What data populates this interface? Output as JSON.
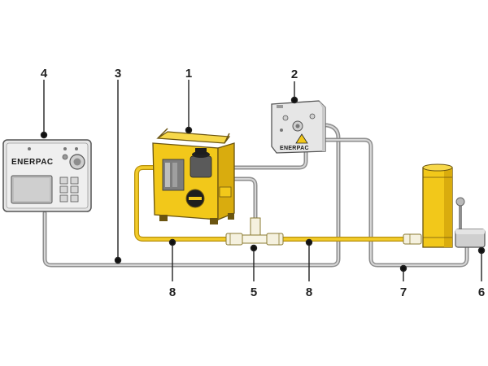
{
  "callouts": {
    "c1": "1",
    "c2": "2",
    "c3": "3",
    "c4": "4",
    "c5": "5",
    "c6": "6",
    "c7": "7",
    "c8a": "8",
    "c8b": "8"
  },
  "brand": {
    "controller": "ENERPAC",
    "pendant": "ENERPAC"
  },
  "colors": {
    "pump_yellow": "#f2c81a",
    "hose_yellow": "#f0c21a",
    "cable_gray": "#9c9c9c",
    "outline": "#555555",
    "panel_gray": "#e4e4e4",
    "screen_gray": "#b9b9b9"
  },
  "icons": [
    "warning-icon",
    "gauge-icon",
    "indicator-light-icon",
    "grid-icon"
  ]
}
